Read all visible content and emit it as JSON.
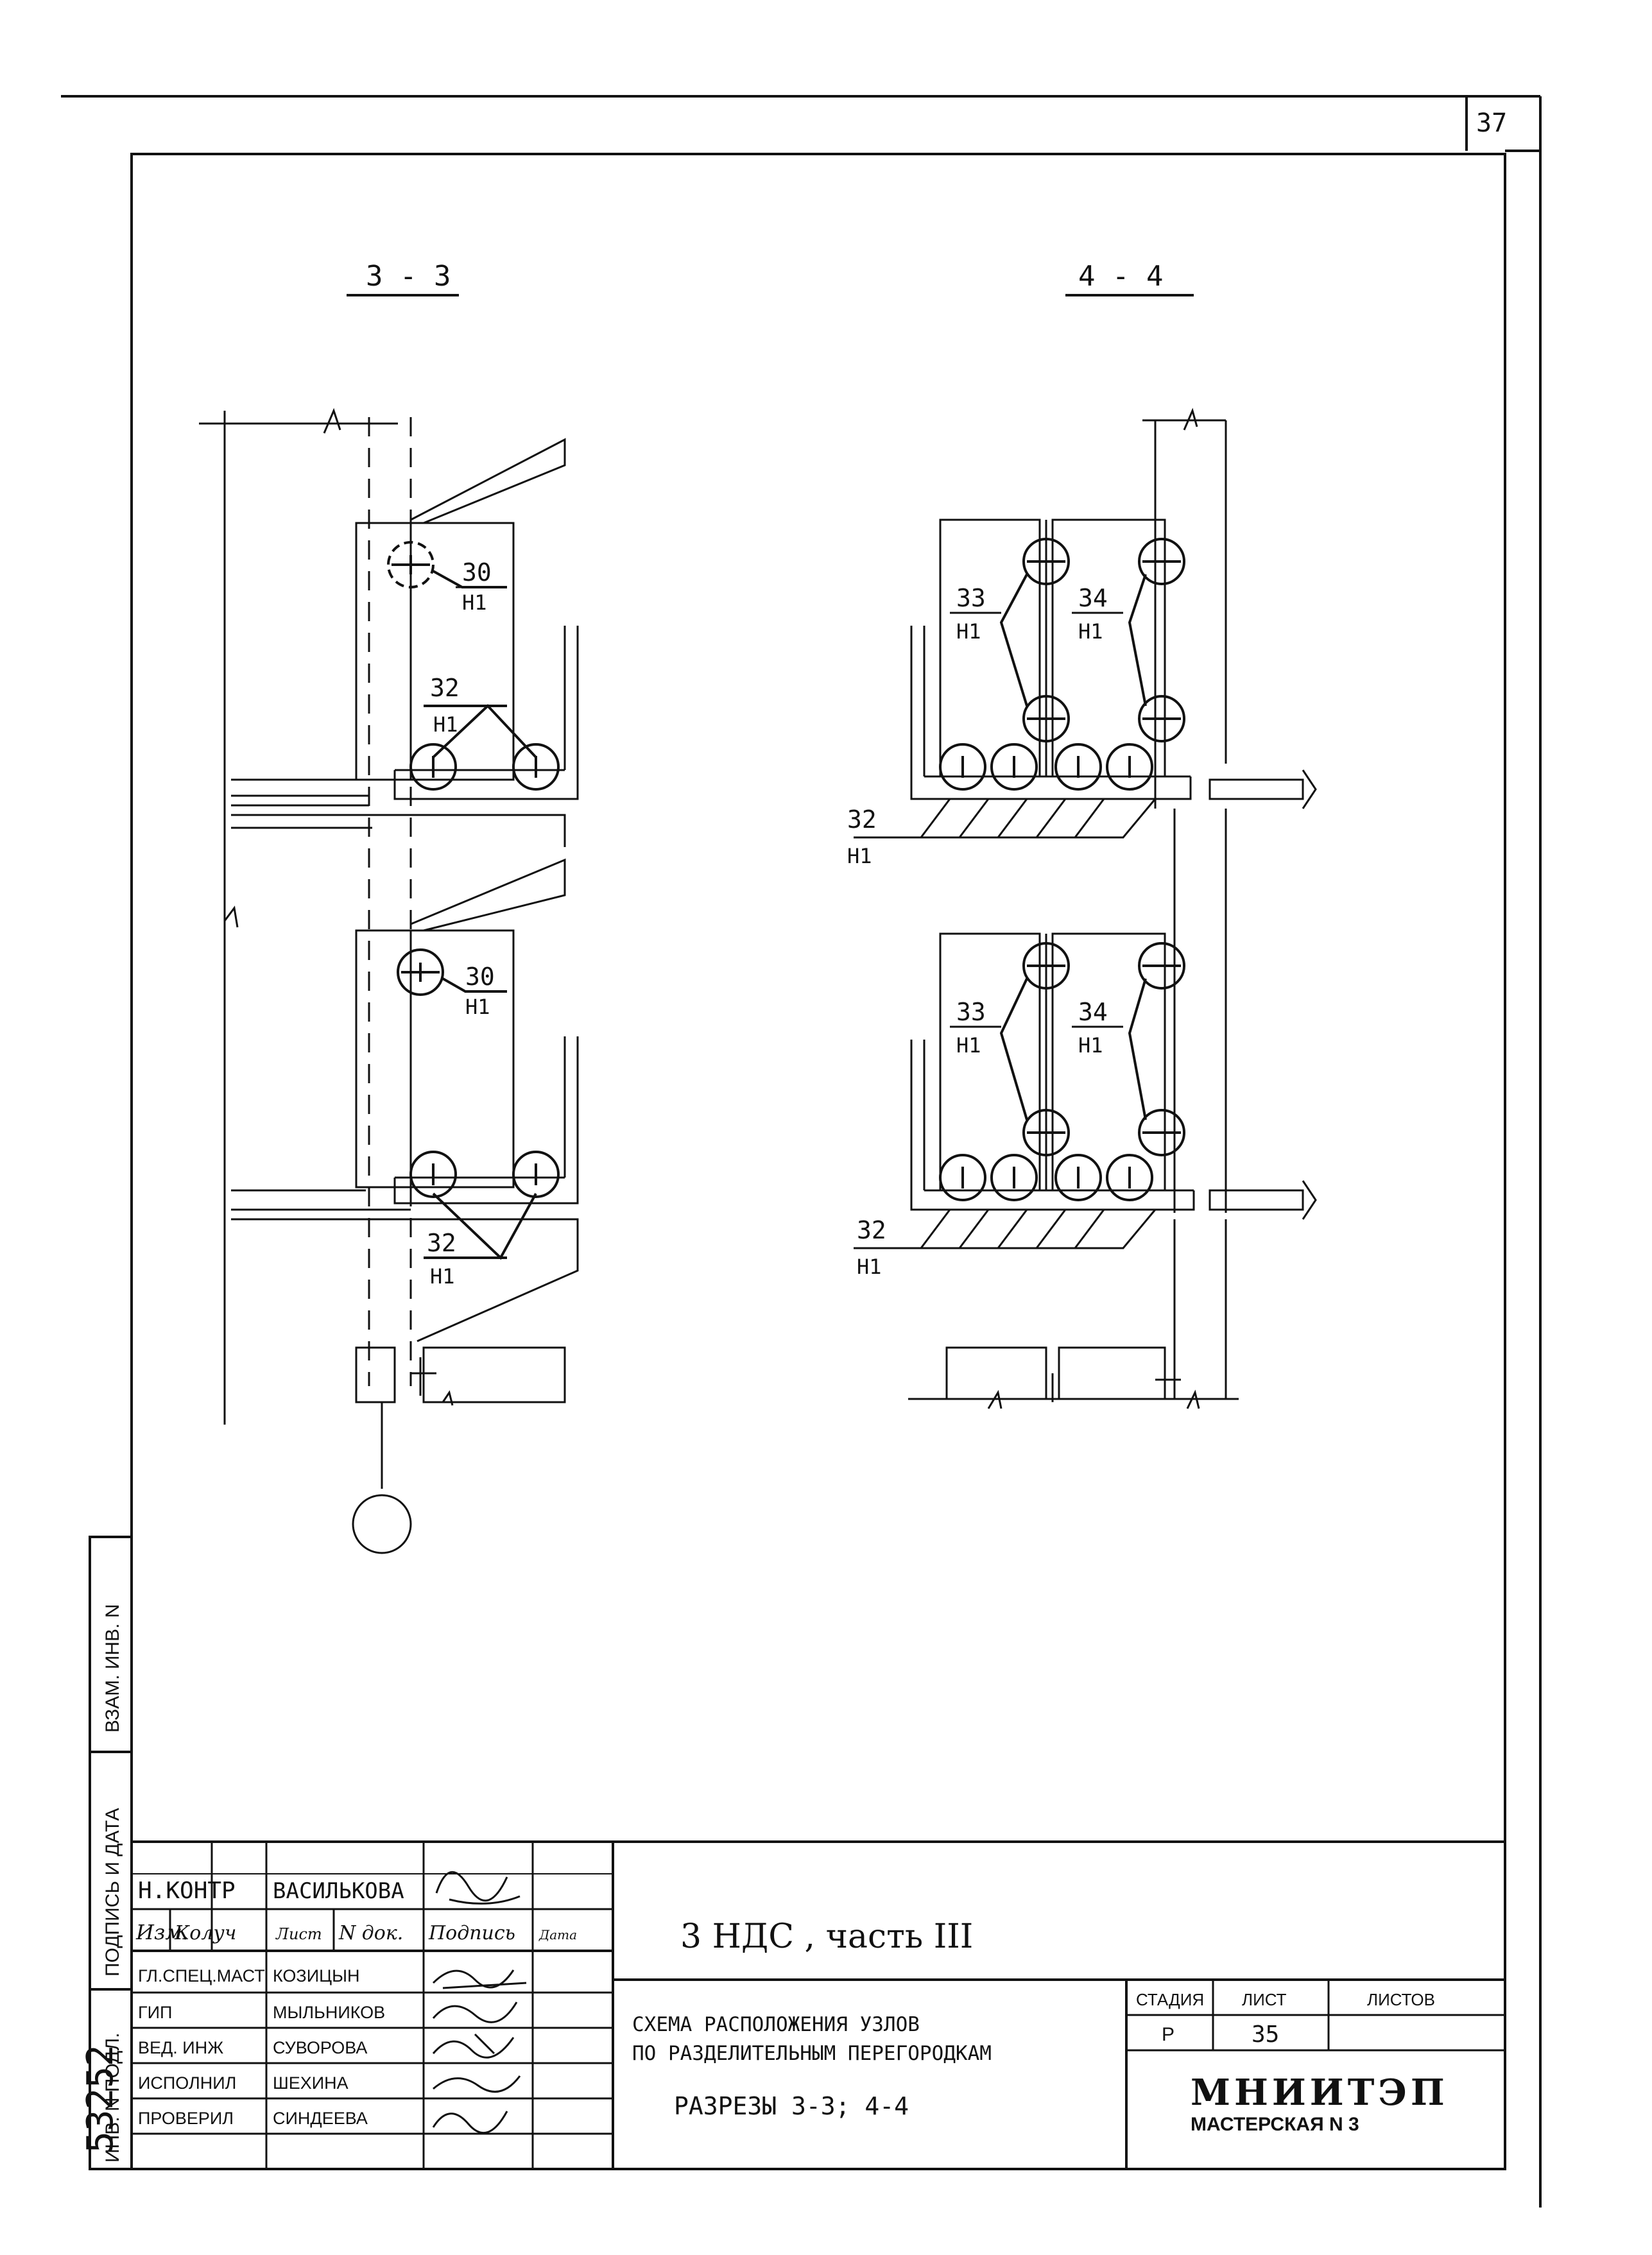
{
  "sheet": {
    "page_number": "37"
  },
  "sections": {
    "left_label": "3 - 3",
    "right_label": "4 - 4"
  },
  "callouts": {
    "n30": "30",
    "n32": "32",
    "n33": "33",
    "n34": "34",
    "h1": "H1"
  },
  "side_stamps": {
    "inv_orig": "ИНВ. N ПОДЛ.",
    "sign_date": "ПОДПИСЬ И ДАТА",
    "vzam_inv": "ВЗАМ. ИНВ. N",
    "inv_handwritten": "53252"
  },
  "title_block": {
    "norm_control_role": "Н.КОНТР",
    "norm_control_name": "ВАСИЛЬКОВА",
    "headers": {
      "izm": "Изм.",
      "kol": "Колуч",
      "list": "Лист",
      "ndok": "N док.",
      "sign": "Подпись",
      "date": "Дата"
    },
    "staff": [
      {
        "role": "ГЛ.СПЕЦ.МАСТ",
        "name": "КОЗИЦЫН"
      },
      {
        "role": "ГИП",
        "name": "МЫЛЬНИКОВ"
      },
      {
        "role": "ВЕД. ИНЖ",
        "name": "СУВОРОВА"
      },
      {
        "role": "ИСПОЛНИЛ",
        "name": "ШЕХИНА"
      },
      {
        "role": "ПРОВЕРИЛ",
        "name": "СИНДЕЕВА"
      }
    ],
    "project": "3 НДС , часть III",
    "drawing_title_1": "СХЕМА РАСПОЛОЖЕНИЯ УЗЛОВ",
    "drawing_title_2": "ПО РАЗДЕЛИТЕЛЬНЫМ ПЕРЕГОРОДКАМ",
    "drawing_title_3": "РАЗРЕЗЫ 3-3; 4-4",
    "stage_header": "СТАДИЯ",
    "sheet_header": "ЛИСТ",
    "sheets_header": "ЛИСТОВ",
    "stage": "Р",
    "sheet": "35",
    "org": "МНИИТЭП",
    "workshop": "МАСТЕРСКАЯ N 3"
  }
}
